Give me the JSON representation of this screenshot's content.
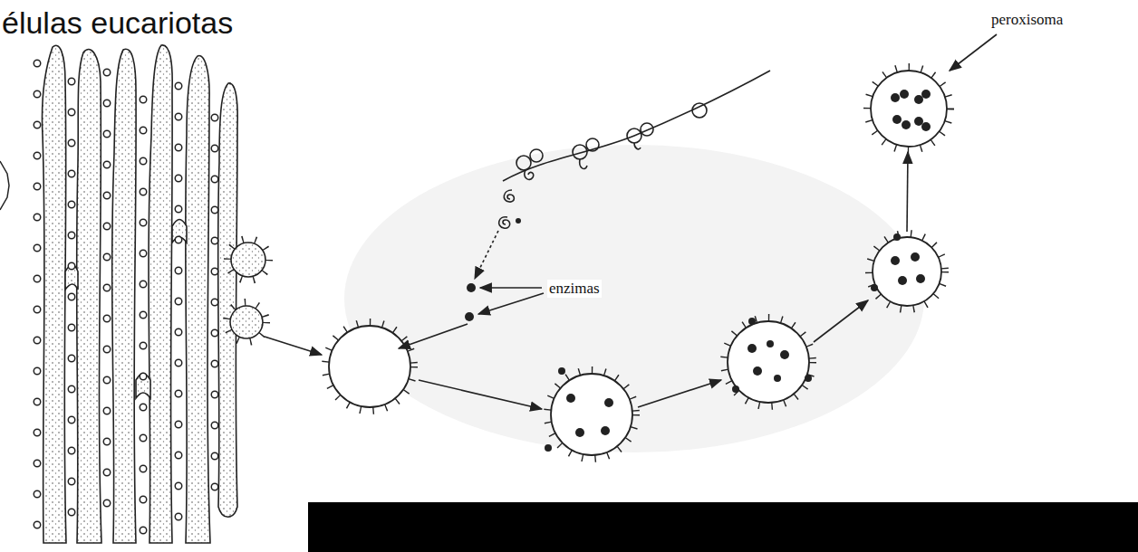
{
  "diagram": {
    "title": "élulas eucariotas",
    "labels": [
      "enzimas",
      "peroxisoma"
    ]
  }
}
